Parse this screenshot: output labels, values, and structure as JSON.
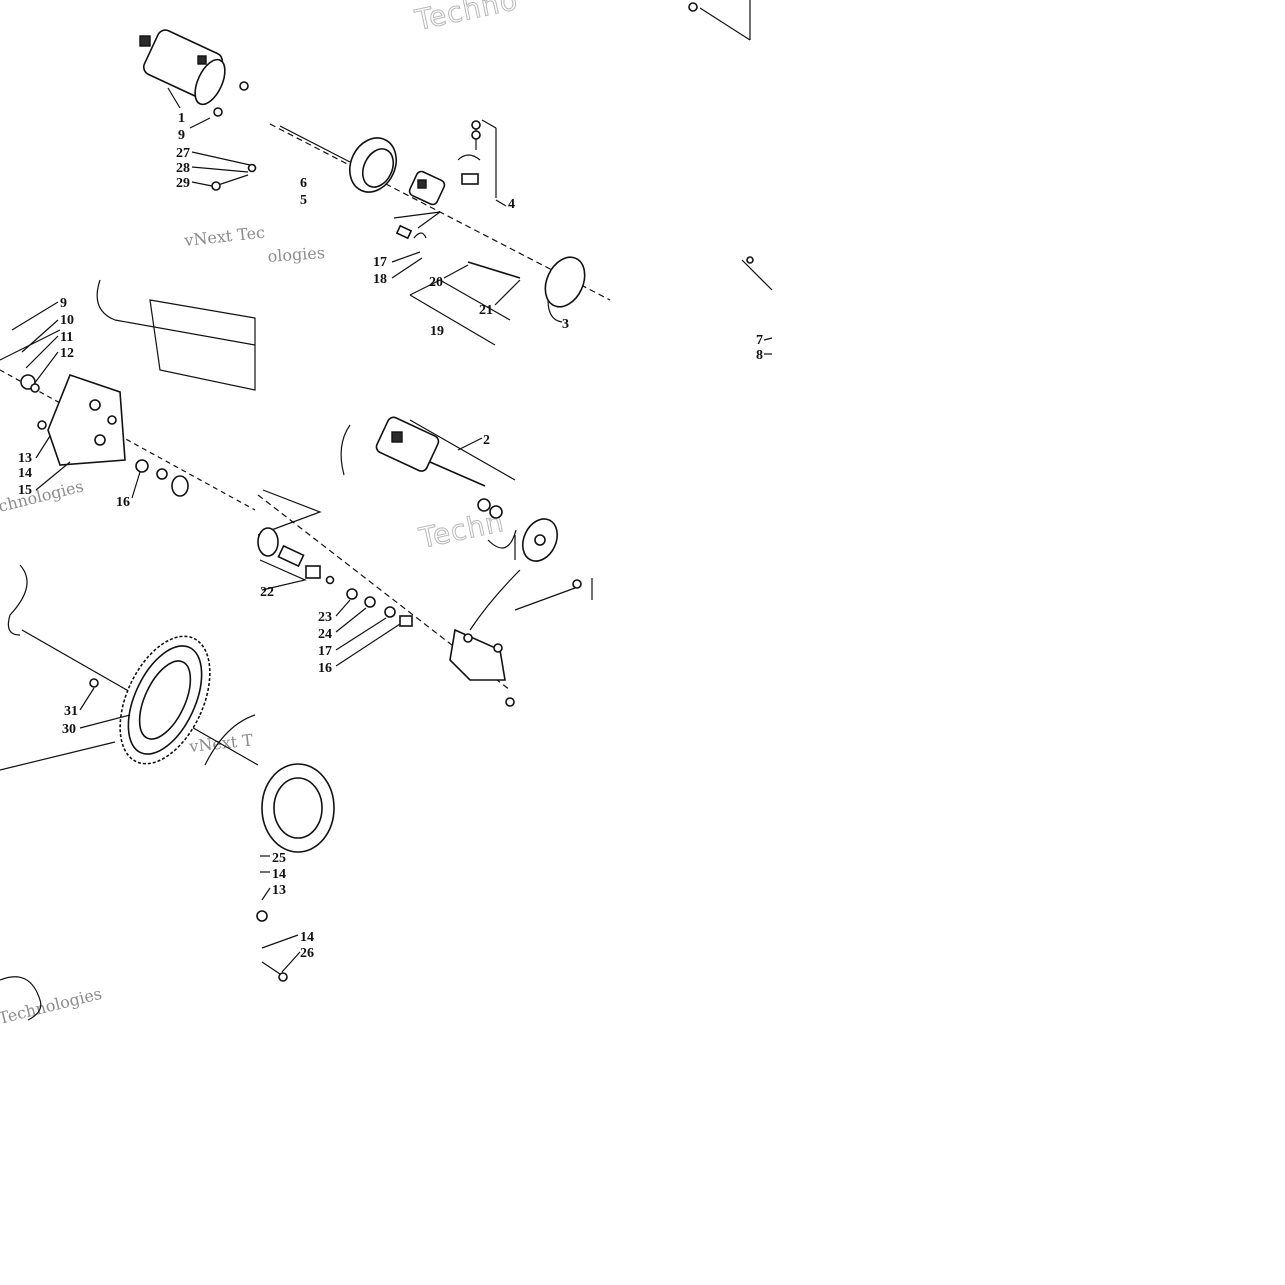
{
  "watermarks": [
    {
      "text": "Techno"
    },
    {
      "text": "vNext Tec"
    },
    {
      "text": "ologies"
    },
    {
      "text": "Techn"
    },
    {
      "text": "vNext T"
    },
    {
      "text": "chnologies"
    },
    {
      "text": "Technologies"
    }
  ],
  "callouts": [
    "1",
    "9",
    "27",
    "28",
    "29",
    "6",
    "5",
    "4",
    "17",
    "18",
    "20",
    "21",
    "19",
    "3",
    "2",
    "22",
    "23",
    "24",
    "17",
    "16",
    "9",
    "10",
    "11",
    "12",
    "13",
    "14",
    "15",
    "16",
    "31",
    "30",
    "25",
    "14",
    "13",
    "14",
    "26",
    "7",
    "8"
  ],
  "colors": {
    "ink": "#111111",
    "watermark": "#b9b9b9",
    "background": "#ffffff"
  }
}
